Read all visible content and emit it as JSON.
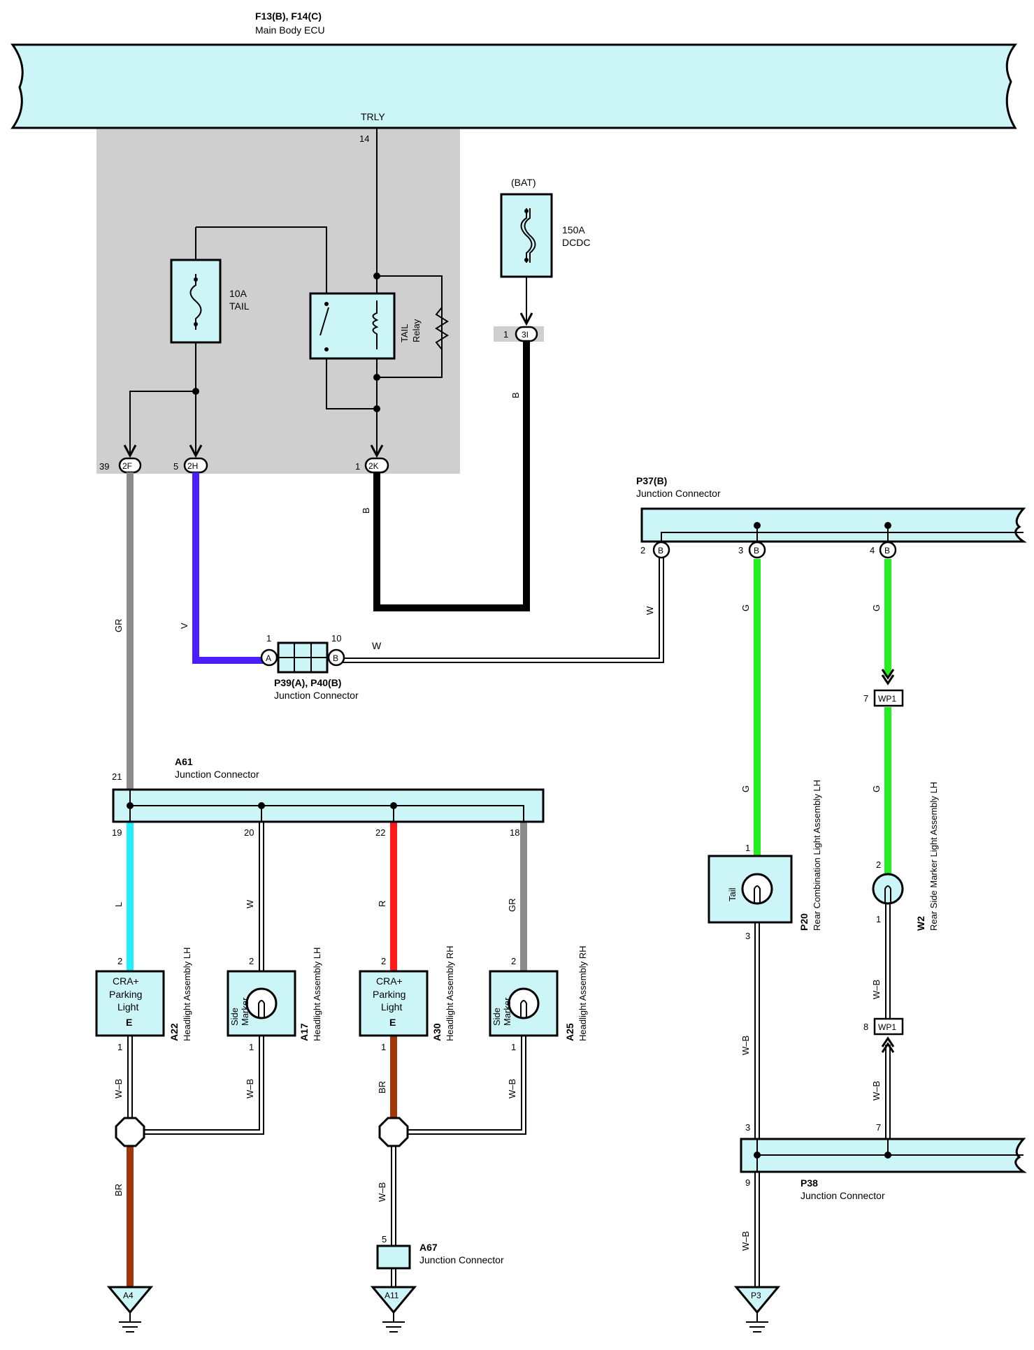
{
  "ecu": {
    "code": "F13(B), F14(C)",
    "name": "Main Body ECU",
    "terminal": "TRLY",
    "pin": "14"
  },
  "fuse_tail": {
    "rating": "10A",
    "name": "TAIL"
  },
  "relay": {
    "line1": "TAIL",
    "line2": "Relay"
  },
  "fuse_dcdc": {
    "source": "(BAT)",
    "rating": "150A",
    "name": "DCDC"
  },
  "bat_terminal": {
    "pin": "1",
    "cavity": "3I"
  },
  "ecu_terminals": [
    {
      "pin": "39",
      "cavity": "2F"
    },
    {
      "pin": "5",
      "cavity": "2H"
    },
    {
      "pin": "1",
      "cavity": "2K"
    }
  ],
  "wires": {
    "gr": "GR",
    "v": "V",
    "b": "B",
    "w": "W",
    "g": "G",
    "l": "L",
    "r": "R",
    "br": "BR",
    "wb": "W–B"
  },
  "colors": {
    "gray_wire": "#8c8c8c",
    "violet_wire": "#4a1fff",
    "black_wire": "#000000",
    "green_wire": "#22ee22",
    "cyan_wire": "#22eeff",
    "red_wire": "#ff1a1a",
    "brown_wire": "#a0360a",
    "component_fill": "#ccf5f8",
    "ecu_shade": "#cfcfcf"
  },
  "p39": {
    "code": "P39(A), P40(B)",
    "name": "Junction Connector",
    "pin_a": "1",
    "pin_b": "10",
    "term_a": "A",
    "term_b": "B"
  },
  "p37": {
    "code": "P37(B)",
    "name": "Junction Connector",
    "pins": [
      "2",
      "3",
      "4"
    ],
    "term": "B"
  },
  "a61": {
    "code": "A61",
    "name": "Junction Connector",
    "in_pin": "21",
    "out_pins": [
      "19",
      "20",
      "22",
      "18"
    ]
  },
  "loads": [
    {
      "code": "A22",
      "name": "Headlight Assembly LH",
      "lines": [
        "CRA+",
        "Parking",
        "Light"
      ],
      "ground_mark": "E",
      "pin_in": "2",
      "pin_out": "1"
    },
    {
      "code": "A17",
      "name": "Headlight Assembly LH",
      "lines": [
        "Side",
        "Marker"
      ],
      "pin_in": "2",
      "pin_out": "1"
    },
    {
      "code": "A30",
      "name": "Headlight Assembly RH",
      "lines": [
        "CRA+",
        "Parking",
        "Light"
      ],
      "ground_mark": "E",
      "pin_in": "2",
      "pin_out": "1"
    },
    {
      "code": "A25",
      "name": "Headlight Assembly RH",
      "lines": [
        "Side",
        "Marker"
      ],
      "pin_in": "2",
      "pin_out": "1"
    }
  ],
  "p20": {
    "code": "P20",
    "name": "Rear Combination Light Assembly LH",
    "bulb": "Tail",
    "pin_in": "1",
    "pin_out": "3"
  },
  "w2": {
    "code": "W2",
    "name": "Rear Side Marker Light Assembly LH",
    "pin_in": "2",
    "pin_out": "1"
  },
  "wp1": {
    "label": "WP1",
    "pin_top": "7",
    "pin_bottom": "8"
  },
  "p38": {
    "code": "P38",
    "name": "Junction Connector",
    "pin_left": "3",
    "pin_right": "7",
    "pin_out": "9"
  },
  "a67": {
    "code": "A67",
    "name": "Junction Connector",
    "pin": "5"
  },
  "grounds": [
    "A4",
    "A11",
    "P3"
  ]
}
